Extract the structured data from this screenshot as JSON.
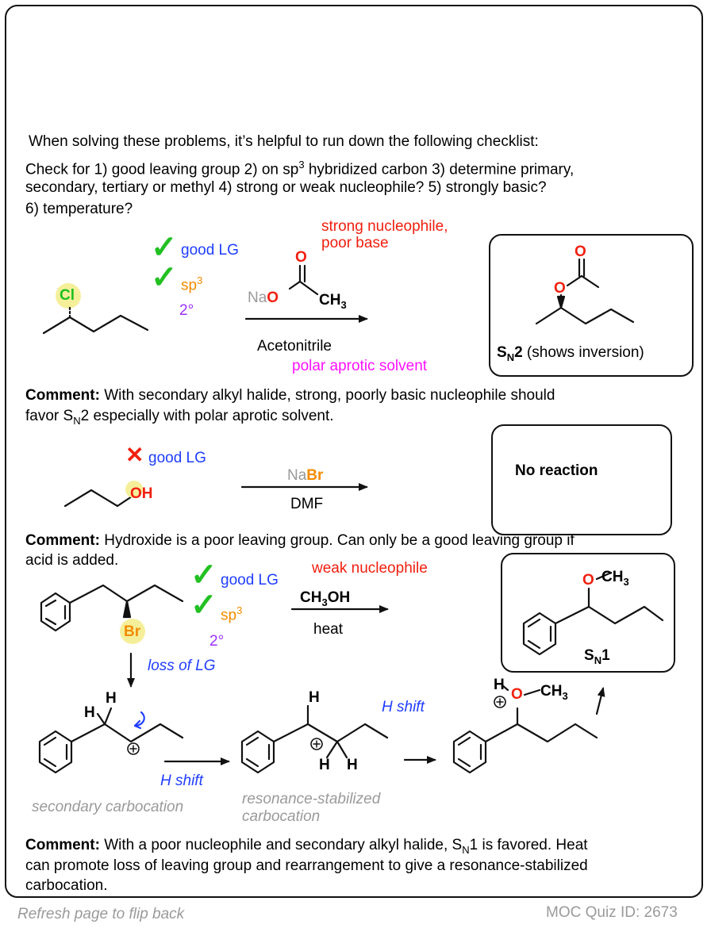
{
  "intro": {
    "line1": "When solving these problems, it’s helpful to run down the following checklist:",
    "line2": "Check for 1) good leaving group  2) on sp",
    "line2_sup": "3",
    "line2_end": " hybridized carbon  3) determine primary,",
    "line3": "secondary, tertiary or methyl 4) strong or weak nucleophile? 5) strongly basic?",
    "line4": "6) temperature?"
  },
  "problem1": {
    "check1": "good LG",
    "check2": "sp",
    "check2_sup": "3",
    "degree": "2°",
    "leaving_atom": "Cl",
    "note": "strong nucleophile,",
    "note2": "poor base",
    "reagent_na": "Na",
    "reagent_o": "O",
    "reagent_carbonyl_o": "O",
    "reagent_ch3": "CH",
    "reagent_ch3_sub": "3",
    "solvent": "Acetonitrile",
    "solvent_note": "polar aprotic solvent",
    "product_o1": "O",
    "product_o2": "O",
    "product_label_s": "S",
    "product_label_sub": "N",
    "product_label_num": "2",
    "product_label_rest": " (shows inversion)",
    "comment_head": "Comment:",
    "comment_text": " With secondary alkyl halide, strong, poorly basic nucleophile should",
    "comment_line2a": "favor S",
    "comment_line2_sub": "N",
    "comment_line2b": "2 especially with polar aprotic solvent."
  },
  "problem2": {
    "cross": "✕",
    "lg_label": "good LG",
    "oh": "OH",
    "reagent_na": "Na",
    "reagent_br": "Br",
    "solvent": "DMF",
    "product": "No reaction",
    "comment_head": "Comment:",
    "comment_text": " Hydroxide is a poor leaving group. Can only be a good leaving group if",
    "comment_line2": "acid is added."
  },
  "problem3": {
    "check1": "good LG",
    "check2": "sp",
    "check2_sup": "3",
    "degree": "2°",
    "leaving_atom": "Br",
    "note": "weak nucleophile",
    "reagent": "CH",
    "reagent_sub": "3",
    "reagent_end": "OH",
    "condition": "heat",
    "loss_label": "loss of LG",
    "product_o": "O",
    "product_ch3": "CH",
    "product_ch3_sub": "3",
    "product_label_s": "S",
    "product_label_sub": "N",
    "product_label_num": "1",
    "h1": "H",
    "h2": "H",
    "plus": "+",
    "hshift1": "H shift",
    "carbocation1": "secondary carbocation",
    "h3": "H",
    "h4": "H",
    "h5": "H",
    "hshift2": "H shift",
    "carbocation2a": "resonance-stabilized",
    "carbocation2b": "carbocation",
    "oxonium_h": "H",
    "oxonium_o": "O",
    "oxonium_ch3": "CH",
    "oxonium_ch3_sub": "3",
    "comment_head": "Comment:",
    "comment_text": " With a poor nucleophile and secondary alkyl halide, S",
    "comment_sub": "N",
    "comment_text2": "1 is favored. Heat",
    "comment_line2": "can promote loss of leaving group and rearrangement to give a resonance-stabilized",
    "comment_line3": "carbocation."
  },
  "footer": {
    "left": "Refresh page to flip back",
    "right": "MOC Quiz ID: 2673"
  },
  "colors": {
    "check": "#22c022",
    "blue": "#1f3dff",
    "orange": "#f28c00",
    "purple": "#9b30ff",
    "red": "#f02010",
    "magenta": "#ff10ff",
    "highlight": "#f5ef9a"
  }
}
